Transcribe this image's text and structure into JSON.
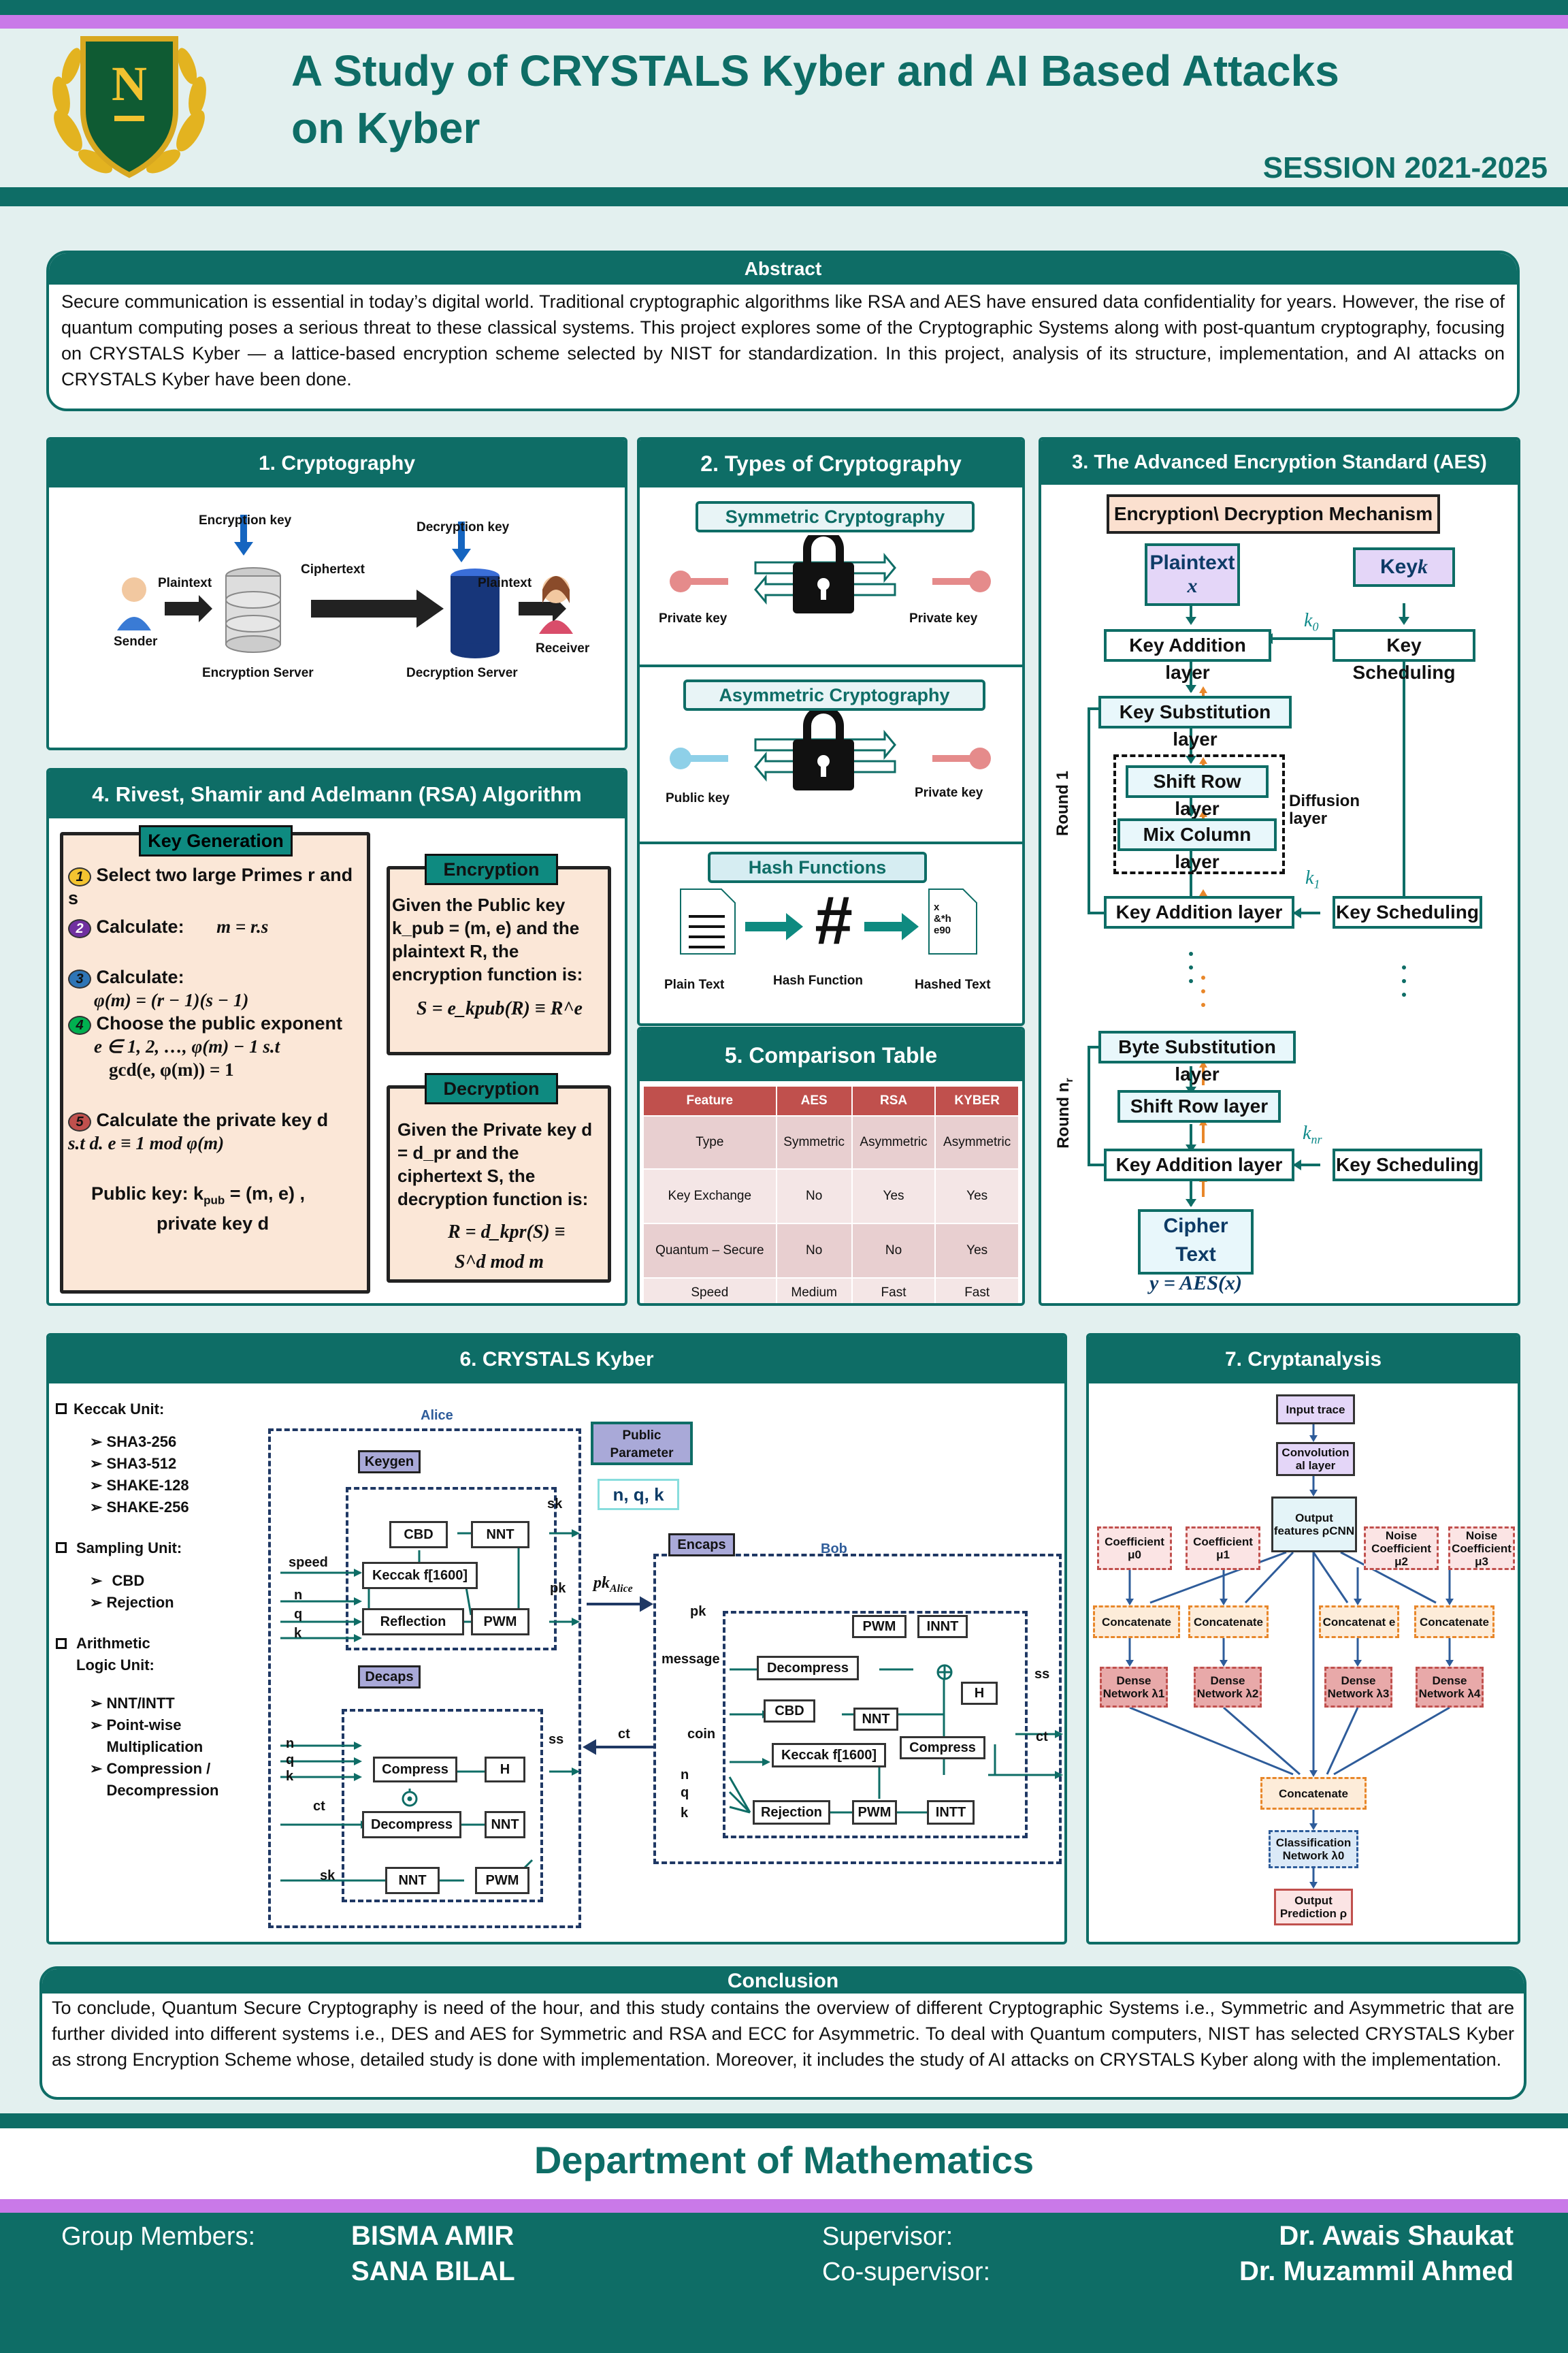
{
  "header": {
    "title_line1": "A Study of CRYSTALS Kyber and AI Based Attacks",
    "title_line2": "on Kyber",
    "session": "SESSION 2021-2025",
    "logo_letter": "N"
  },
  "abstract": {
    "heading": "Abstract",
    "text": "Secure communication is essential in today’s digital world. Traditional cryptographic algorithms like RSA and AES have ensured data confidentiality for years. However, the rise of quantum computing poses a serious threat to these classical systems. This project explores some of the Cryptographic Systems along with post-quantum cryptography, focusing on CRYSTALS Kyber — a lattice-based encryption scheme selected by NIST for standardization. In this project, analysis of its structure, implementation, and AI attacks on CRYSTALS Kyber have been done."
  },
  "crypto": {
    "heading": "1. Cryptography",
    "enc_key": "Encryption key",
    "dec_key": "Decryption key",
    "plaintext1": "Plaintext",
    "ciphertext": "Ciphertext",
    "plaintext2": "Plaintext",
    "sender": "Sender",
    "enc_server": "Encryption Server",
    "dec_server": "Decryption Server",
    "receiver": "Receiver"
  },
  "types": {
    "heading": "2. Types of Cryptography",
    "sym": "Symmetric Cryptography",
    "sym_left": "Private key",
    "sym_right": "Private key",
    "asym": "Asymmetric Cryptography",
    "asym_left": "Public key",
    "asym_right": "Private key",
    "hash": "Hash Functions",
    "hash_plain": "Plain Text",
    "hash_fn": "Hash Function",
    "hash_out": "Hashed Text",
    "hash_doc": "x\n&*h\ne90"
  },
  "aes": {
    "heading": "3. The Advanced Encryption Standard (AES)",
    "mechanism": "Encryption\\ Decryption Mechanism",
    "plaintext": "Plaintext",
    "plaintext_var": "x",
    "key": "Key ",
    "key_var": "k",
    "k0": "k",
    "k0_sub": "0",
    "k1": "k",
    "k1_sub": "1",
    "knr": "k",
    "knr_sub": "nr",
    "key_add1": "Key Addition  layer",
    "key_sched1": "Key Scheduling",
    "key_sub": "Key Substitution layer",
    "shift1": "Shift Row  layer",
    "mix": "Mix Column layer",
    "diffusion": "Diffusion layer",
    "round1": "Round 1",
    "key_add2": "Key Addition layer",
    "key_sched2": "Key Scheduling",
    "byte_sub": "Byte Substitution layer",
    "shift2": "Shift Row layer",
    "round_nr": "Round n",
    "round_nr_sub": "r",
    "key_add3": "Key Addition layer",
    "key_sched3": "Key Scheduling",
    "cipher": "Cipher Text",
    "cipher_eq": "y = AES(x)"
  },
  "rsa": {
    "heading": "4. Rivest, Shamir and Adelmann (RSA) Algorithm",
    "keygen": "Key Generation",
    "s1": "Select two large Primes r and  s",
    "s2": "Calculate:",
    "s2_eq": "m = r.s",
    "s3": "Calculate:",
    "s3_eq": "φ(m) = (r − 1)(s − 1)",
    "s4": "Choose the public exponent",
    "s4_eq1": "e ∈ 1, 2, …, φ(m) − 1 s.t",
    "s4_eq2": "gcd(e, φ(m)) = 1",
    "s5": "Calculate the private key d",
    "s5_eq": "s.t     d. e ≡ 1  mod  φ(m)",
    "pub": "Public key: k",
    "pub_sub": "pub",
    "pub_eq": " = (m, e) ,",
    "priv": "private key d",
    "enc_title": "Encryption",
    "enc_text": "Given the Public key k_pub = (m, e) and the plaintext R, the encryption function is:",
    "enc_eq": "S = e_kpub(R) ≡ R^e",
    "dec_title": "Decryption",
    "dec_text": "Given the Private key d = d_pr  and  the ciphertext S, the decryption function is:",
    "dec_eq1": "R = d_kpr(S) ≡",
    "dec_eq2": "S^d  mod  m",
    "n1": "1",
    "n2": "2",
    "n3": "3",
    "n4": "4",
    "n5": "5"
  },
  "comparison": {
    "heading": "5. Comparison Table",
    "headers": [
      "Feature",
      "AES",
      "RSA",
      "KYBER"
    ],
    "rows": [
      [
        "Type",
        "Symmetric",
        "Asymmetric",
        "Asymmetric"
      ],
      [
        "Key Exchange",
        "No",
        "Yes",
        "Yes"
      ],
      [
        "Quantum – Secure",
        "No",
        "No",
        "Yes"
      ],
      [
        "Speed",
        "Medium",
        "Fast",
        "Fast"
      ]
    ]
  },
  "kyber": {
    "heading": "6. CRYSTALS Kyber",
    "units": [
      {
        "title": "Keccak Unit:",
        "items": [
          "SHA3-256",
          "SHA3-512",
          "SHAKE-128",
          "SHAKE-256"
        ]
      },
      {
        "title": "Sampling Unit:",
        "items": [
          "CBD",
          "Rejection"
        ]
      },
      {
        "title": "Arithmetic Logic Unit:",
        "items": [
          "NNT/INTT",
          "Point-wise Multiplication",
          "Compression / Decompression"
        ]
      }
    ],
    "alice": "Alice",
    "bob": "Bob",
    "public_param": "Public Parameter",
    "params": "n, q, k",
    "keygen": "Keygen",
    "decaps": "Decaps",
    "encaps": "Encaps",
    "pk_alice": "pk",
    "pk_alice_sub": "Alice",
    "ct": "ct",
    "labels": {
      "speed": "speed",
      "n": "n",
      "q": "q",
      "k": "k",
      "sk": "sk",
      "pk": "pk",
      "ss": "ss",
      "ct": "ct",
      "message": "message",
      "coin": "coin"
    },
    "blocks": {
      "cbd": "CBD",
      "nnt": "NNT",
      "keccak": "Keccak f[1600]",
      "reflection": "Reflection",
      "pwm": "PWM",
      "compress": "Compress",
      "h": "H",
      "decompress": "Decompress",
      "intt": "INTT",
      "innt": "INNT",
      "rejection": "Rejection"
    }
  },
  "cryptanalysis": {
    "heading": "7. Cryptanalysis",
    "input": "Input trace",
    "conv": "Convolution al layer",
    "output_feat": "Output features ρCNN",
    "coef0": "Coefficient μ0",
    "coef1": "Coefficient μ1",
    "noise2": "Noise Coefficient μ2",
    "noise3": "Noise Coefficient μ3",
    "concat1": "Concatenate",
    "concat2": "Concatenate",
    "concat3": "Concatenat e",
    "concat4": "Concatenate",
    "dense1": "Dense Network λ1",
    "dense2": "Dense Network λ2",
    "dense3": "Dense Network λ3",
    "dense4": "Dense Network λ4",
    "concat_final": "Concatenate",
    "classif": "Classification Network λ0",
    "output": "Output Prediction ρ"
  },
  "conclusion": {
    "heading": "Conclusion",
    "text": "To conclude, Quantum Secure Cryptography is need of the hour, and this study contains the overview of different Cryptographic Systems i.e., Symmetric and Asymmetric that are further divided into different systems i.e., DES and AES for Symmetric and RSA and ECC for Asymmetric. To deal with Quantum computers, NIST has selected CRYSTALS Kyber as strong Encryption Scheme whose, detailed study is done with implementation. Moreover, it includes the study of AI attacks on CRYSTALS Kyber along with the implementation."
  },
  "footer": {
    "department": "Department of Mathematics",
    "group_label": "Group Members:",
    "member1": "BISMA AMIR",
    "member2": "SANA BILAL",
    "supervisor_label": "Supervisor:",
    "supervisor": "Dr. Awais Shaukat",
    "cosup_label": "Co-supervisor:",
    "cosupervisor": "Dr. Muzammil Ahmed"
  },
  "colors": {
    "teal": "#0e6d66",
    "purple": "#c979e8",
    "lavender": "#e4d6f8",
    "peach": "#fbe7d7",
    "red_header": "#c0504d"
  }
}
